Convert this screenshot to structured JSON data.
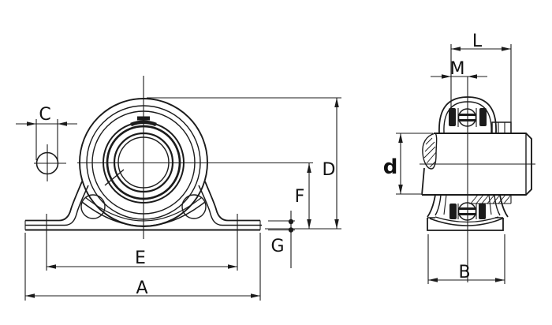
{
  "drawing": {
    "type": "engineering-dimension-drawing",
    "views": [
      "front-view",
      "side-view"
    ],
    "dims": {
      "A": "A",
      "B": "B",
      "C": "C",
      "D": "D",
      "E": "E",
      "F": "F",
      "G": "G",
      "L": "L",
      "M": "M",
      "d": "d"
    }
  },
  "colors": {
    "line": "#1b1b1b",
    "background": "#ffffff"
  }
}
